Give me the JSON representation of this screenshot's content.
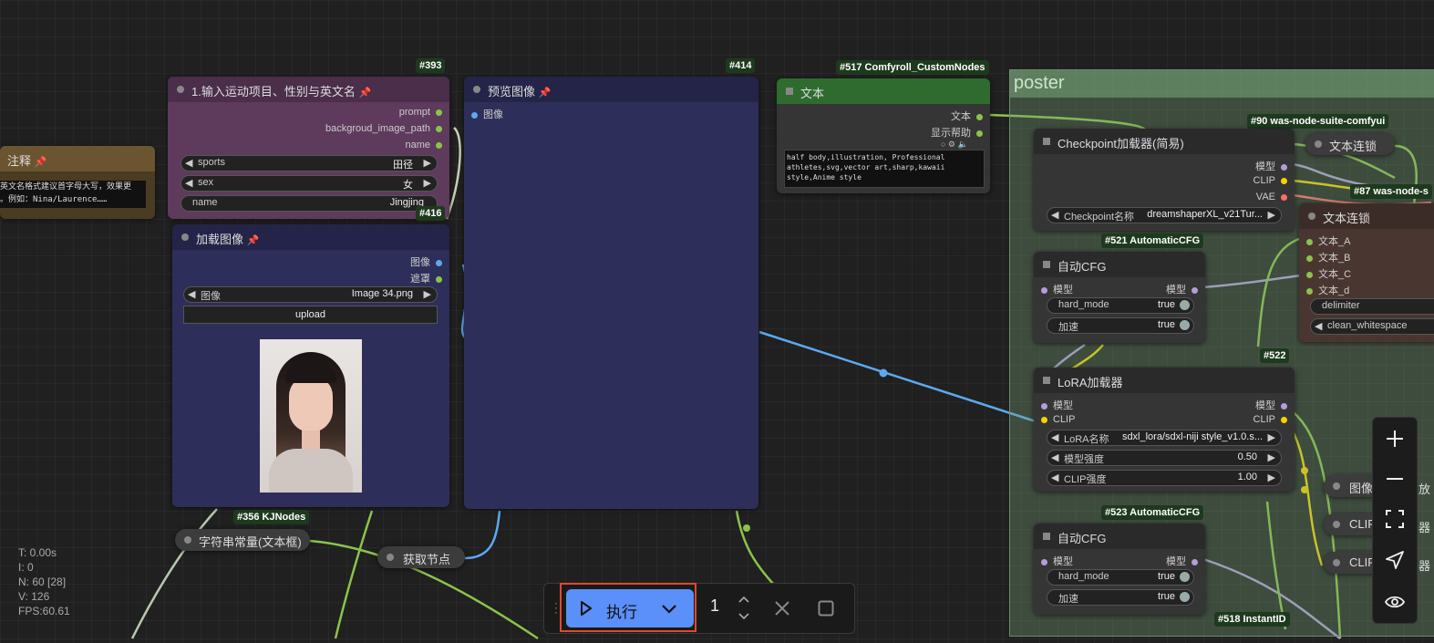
{
  "canvas": {
    "poster_group_title": "poster"
  },
  "note_node": {
    "title": "注释",
    "text": "英文名格式建议首字母大写，效果更\n。例如：Nina/Laurence……"
  },
  "node_393": {
    "badge": "#393",
    "title": "1.输入运动项目、性别与英文名",
    "outputs": [
      "prompt",
      "backgroud_image_path",
      "name"
    ],
    "widgets": [
      {
        "label": "sports",
        "value": "田径"
      },
      {
        "label": "sex",
        "value": "女"
      },
      {
        "label": "name",
        "value": "Jingjing"
      }
    ]
  },
  "node_416": {
    "badge": "#416",
    "title": "加载图像",
    "outputs": [
      "图像",
      "遮罩"
    ],
    "image_widget": {
      "label": "图像",
      "value": "Image 34.png"
    },
    "upload_label": "upload"
  },
  "node_414": {
    "badge": "#414",
    "title": "预览图像",
    "input": "图像"
  },
  "node_517": {
    "badge": "#517 Comfyroll_CustomNodes",
    "title": "文本",
    "outputs": [
      "文本",
      "显示帮助"
    ],
    "text": "half body,illustration, Professional athletes,svg,vector art,sharp,kawaii style,Anime style"
  },
  "node_90": {
    "badge": "#90 was-node-suite-comfyui"
  },
  "checkpoint_node": {
    "title": "Checkpoint加载器(简易)",
    "outputs": [
      "模型",
      "CLIP",
      "VAE"
    ],
    "widget": {
      "label": "Checkpoint名称",
      "value": "dreamshaperXL_v21Tur..."
    }
  },
  "text_concat_collapsed": {
    "title": "文本连锁"
  },
  "node_87": {
    "badge": "#87 was-node-s",
    "title": "文本连锁",
    "inputs": [
      "文本_A",
      "文本_B",
      "文本_C",
      "文本_d"
    ],
    "widgets": [
      {
        "label": "delimiter",
        "value": ""
      },
      {
        "label": "clean_whitespace",
        "value": ""
      }
    ]
  },
  "node_521": {
    "badge": "#521 AutomaticCFG",
    "title": "自动CFG",
    "input": "模型",
    "output": "模型",
    "widgets": [
      {
        "label": "hard_mode",
        "value": "true"
      },
      {
        "label": "加速",
        "value": "true"
      }
    ]
  },
  "node_522": {
    "badge": "#522",
    "title": "LoRA加载器",
    "inputs": [
      "模型",
      "CLIP"
    ],
    "outputs": [
      "模型",
      "CLIP"
    ],
    "widgets": [
      {
        "label": "LoRA名称",
        "value": "sdxl_lora/sdxl-niji style_v1.0.s..."
      },
      {
        "label": "模型强度",
        "value": "0.50"
      },
      {
        "label": "CLIP强度",
        "value": "1.00"
      }
    ]
  },
  "node_523": {
    "badge": "#523 AutomaticCFG",
    "title": "自动CFG",
    "input": "模型",
    "output": "模型",
    "widgets": [
      {
        "label": "hard_mode",
        "value": "true"
      },
      {
        "label": "加速",
        "value": "true"
      }
    ]
  },
  "node_518": {
    "badge": "#518 InstantID"
  },
  "collapsed_right": [
    {
      "title": "图像"
    },
    {
      "title": "CLIP"
    },
    {
      "title": "CLIP"
    }
  ],
  "right_partial_labels": [
    "放",
    "器",
    "器"
  ],
  "node_356": {
    "badge": "#356 KJNodes",
    "title": "字符串常量(文本框)"
  },
  "get_node": {
    "title": "获取节点"
  },
  "stats": {
    "t": "T: 0.00s",
    "i": "I: 0",
    "n": "N: 60 [28]",
    "v": "V: 126",
    "fps": "FPS:60.61"
  },
  "run_bar": {
    "run_label": "执行",
    "batch_count": "1"
  },
  "zoom_controls": {
    "icons": [
      "plus-icon",
      "minus-icon",
      "fit-view-icon",
      "locate-icon",
      "eye-icon"
    ]
  },
  "colors": {
    "accent_blue": "#5b8ff9",
    "highlight_red": "#e04a2a"
  }
}
